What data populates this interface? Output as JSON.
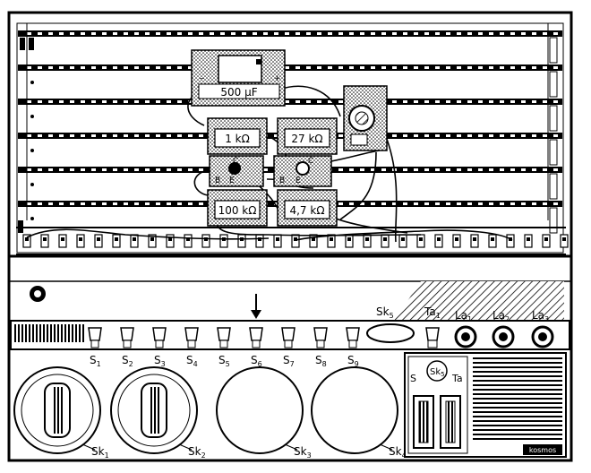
{
  "components": {
    "capacitor": {
      "value": "500 µF"
    },
    "resistors": [
      {
        "value": "1 kΩ"
      },
      {
        "value": "27 kΩ"
      },
      {
        "value": "100 kΩ"
      },
      {
        "value": "4,7 kΩ"
      }
    ],
    "transistor_labels": [
      "C",
      "B",
      "E"
    ]
  },
  "panel": {
    "switches": [
      {
        "label": "S",
        "sub": "1"
      },
      {
        "label": "S",
        "sub": "2"
      },
      {
        "label": "S",
        "sub": "3"
      },
      {
        "label": "S",
        "sub": "4"
      },
      {
        "label": "S",
        "sub": "5"
      },
      {
        "label": "S",
        "sub": "6"
      },
      {
        "label": "S",
        "sub": "7"
      },
      {
        "label": "S",
        "sub": "8"
      },
      {
        "label": "S",
        "sub": "9"
      }
    ],
    "sk5": {
      "label": "Sk",
      "sub": "5"
    },
    "ta1": {
      "label": "Ta",
      "sub": "1"
    },
    "lamps": [
      {
        "label": "La",
        "sub": "1"
      },
      {
        "label": "La",
        "sub": "2"
      },
      {
        "label": "La",
        "sub": "3"
      }
    ],
    "dials": [
      {
        "label": "Sk",
        "sub": "1"
      },
      {
        "label": "Sk",
        "sub": "2"
      },
      {
        "label": "Sk",
        "sub": "3"
      },
      {
        "label": "Sk",
        "sub": "4"
      }
    ],
    "inset": {
      "s_label": "S",
      "sk5_label": "Sk",
      "sk5_sub": "5",
      "ta_label": "Ta",
      "brand": "kosmos"
    }
  }
}
